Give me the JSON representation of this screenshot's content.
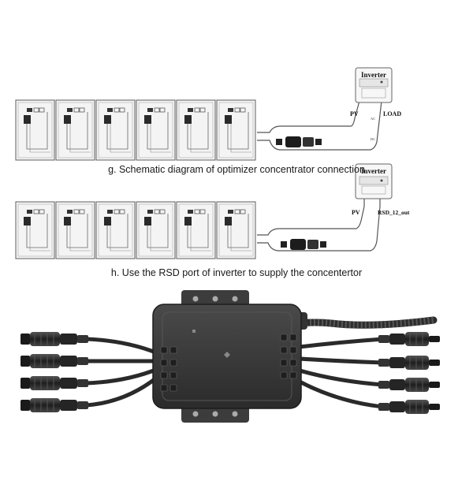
{
  "captions": {
    "g": "g. Schematic diagram of optimizer concentrator connection",
    "h": "h. Use the RSD port of inverter to supply the concentertor"
  },
  "inverter_top": {
    "title": "Inverter",
    "pv": "PV",
    "load": "LOAD",
    "ac": "AC",
    "dc": "DC"
  },
  "inverter_bottom": {
    "title": "Inverter",
    "pv": "PV",
    "rsd": "RSD_12_out"
  },
  "panel_rows": [
    {
      "panel_count": 6
    },
    {
      "panel_count": 6
    }
  ],
  "photo": {
    "left_connectors": 4,
    "right_connectors": 4
  },
  "colors": {
    "line": "#555555",
    "panel_border": "#777777",
    "panel_fill": "#f4f4f4",
    "device_body": "#3a3a3a",
    "cable": "#2a2a2a"
  }
}
